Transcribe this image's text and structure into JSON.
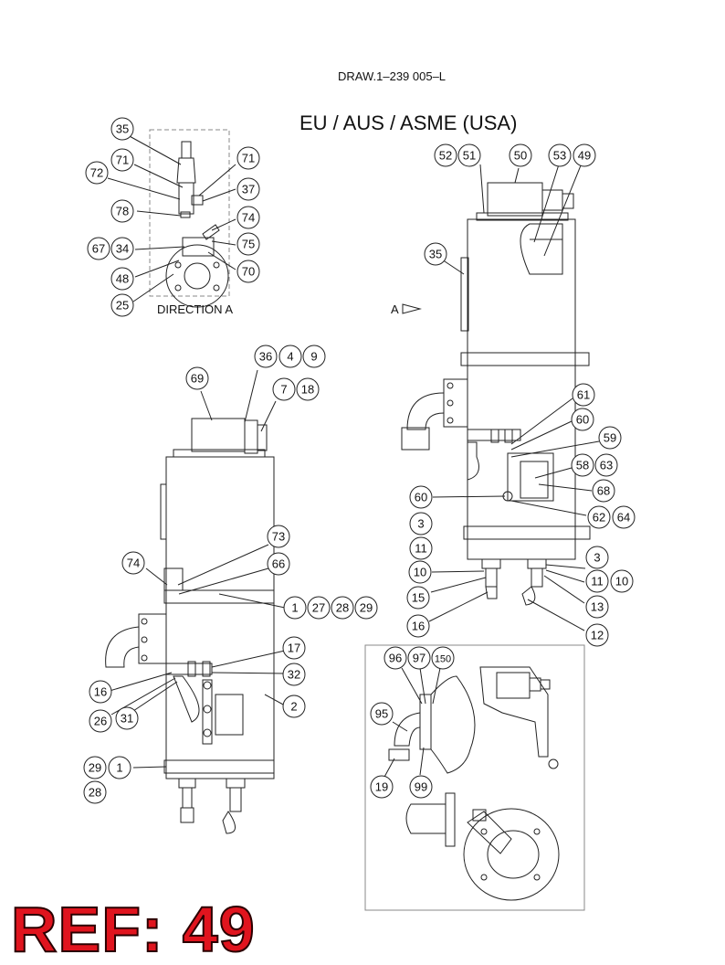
{
  "drawing_number": "DRAW.1–239 005–L",
  "standards_title": "EU / AUS / ASME (USA)",
  "view_label": "DIRECTION A",
  "view_marker_label": "A",
  "reference_label": "REF: 49",
  "balloons": [
    {
      "id": "b35a",
      "text": "35"
    },
    {
      "id": "b71a",
      "text": "71"
    },
    {
      "id": "b71b",
      "text": "71"
    },
    {
      "id": "b72",
      "text": "72"
    },
    {
      "id": "b37",
      "text": "37"
    },
    {
      "id": "b78",
      "text": "78"
    },
    {
      "id": "b74a",
      "text": "74"
    },
    {
      "id": "b67",
      "text": "67"
    },
    {
      "id": "b34",
      "text": "34"
    },
    {
      "id": "b75",
      "text": "75"
    },
    {
      "id": "b48",
      "text": "48"
    },
    {
      "id": "b70",
      "text": "70"
    },
    {
      "id": "b25",
      "text": "25"
    },
    {
      "id": "b52",
      "text": "52"
    },
    {
      "id": "b51",
      "text": "51"
    },
    {
      "id": "b50",
      "text": "50"
    },
    {
      "id": "b53",
      "text": "53"
    },
    {
      "id": "b49",
      "text": "49"
    },
    {
      "id": "b35b",
      "text": "35"
    },
    {
      "id": "b61",
      "text": "61"
    },
    {
      "id": "b60a",
      "text": "60"
    },
    {
      "id": "b59",
      "text": "59"
    },
    {
      "id": "b58",
      "text": "58"
    },
    {
      "id": "b63",
      "text": "63"
    },
    {
      "id": "b68",
      "text": "68"
    },
    {
      "id": "b60b",
      "text": "60"
    },
    {
      "id": "b62",
      "text": "62"
    },
    {
      "id": "b64",
      "text": "64"
    },
    {
      "id": "b3a",
      "text": "3"
    },
    {
      "id": "b11a",
      "text": "11"
    },
    {
      "id": "b10a",
      "text": "10"
    },
    {
      "id": "b15",
      "text": "15"
    },
    {
      "id": "b16a",
      "text": "16"
    },
    {
      "id": "b3b",
      "text": "3"
    },
    {
      "id": "b11b",
      "text": "11"
    },
    {
      "id": "b10b",
      "text": "10"
    },
    {
      "id": "b13",
      "text": "13"
    },
    {
      "id": "b12",
      "text": "12"
    },
    {
      "id": "b36",
      "text": "36"
    },
    {
      "id": "b4",
      "text": "4"
    },
    {
      "id": "b9",
      "text": "9"
    },
    {
      "id": "b69",
      "text": "69"
    },
    {
      "id": "b7",
      "text": "7"
    },
    {
      "id": "b18",
      "text": "18"
    },
    {
      "id": "b73",
      "text": "73"
    },
    {
      "id": "b66",
      "text": "66"
    },
    {
      "id": "b74b",
      "text": "74"
    },
    {
      "id": "b1a",
      "text": "1"
    },
    {
      "id": "b27",
      "text": "27"
    },
    {
      "id": "b28a",
      "text": "28"
    },
    {
      "id": "b29a",
      "text": "29"
    },
    {
      "id": "b17",
      "text": "17"
    },
    {
      "id": "b32",
      "text": "32"
    },
    {
      "id": "b16b",
      "text": "16"
    },
    {
      "id": "b26",
      "text": "26"
    },
    {
      "id": "b31",
      "text": "31"
    },
    {
      "id": "b2",
      "text": "2"
    },
    {
      "id": "b29b",
      "text": "29"
    },
    {
      "id": "b1b",
      "text": "1"
    },
    {
      "id": "b28b",
      "text": "28"
    },
    {
      "id": "b96",
      "text": "96"
    },
    {
      "id": "b97",
      "text": "97"
    },
    {
      "id": "b150",
      "text": "150"
    },
    {
      "id": "b95",
      "text": "95"
    },
    {
      "id": "b19",
      "text": "19"
    },
    {
      "id": "b99",
      "text": "99"
    }
  ]
}
